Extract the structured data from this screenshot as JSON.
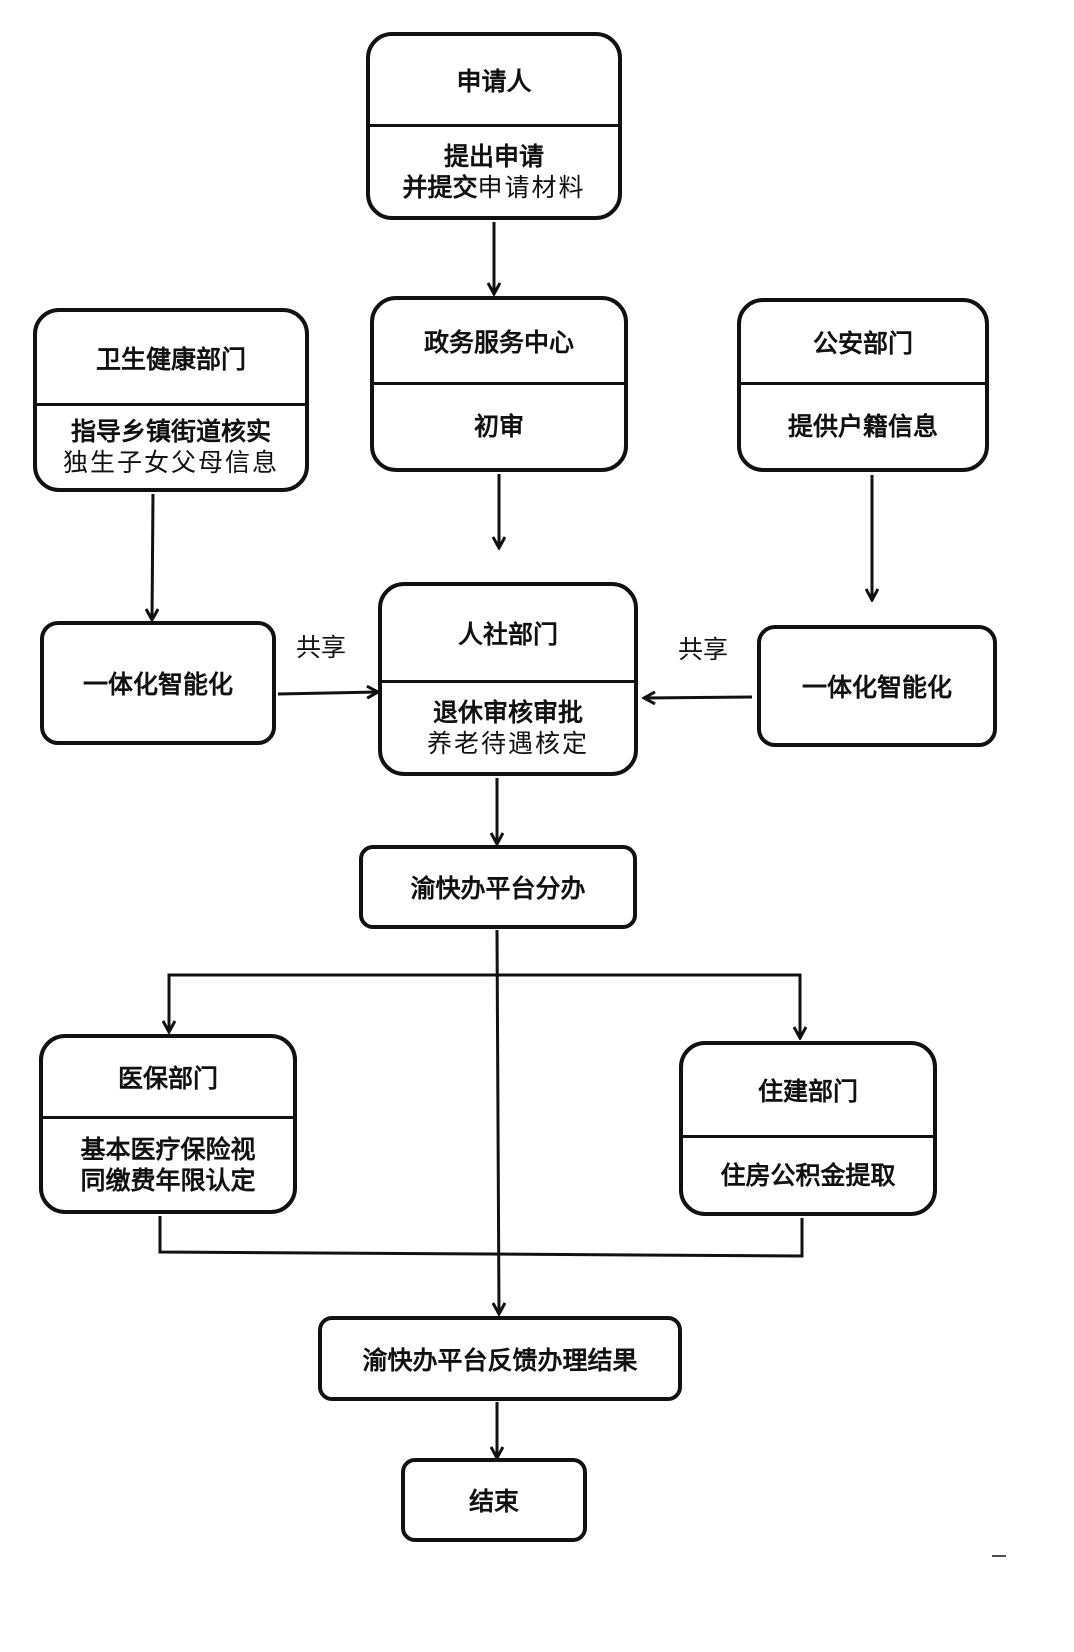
{
  "nodes": {
    "applicant": {
      "title": "申请人",
      "line1": "提出申请",
      "line2_bold": "并提交",
      "line2_normal": "申请材料"
    },
    "service_center": {
      "title": "政务服务中心",
      "body": "初审"
    },
    "health": {
      "title": "卫生健康部门",
      "line1": "指导乡镇街道核实",
      "line2": "独生子女父母信息"
    },
    "police": {
      "title": "公安部门",
      "body": "提供户籍信息"
    },
    "smart_left": {
      "label": "一体化智能化"
    },
    "smart_right": {
      "label": "一体化智能化"
    },
    "hr": {
      "title": "人社部门",
      "line1": "退休审核审批",
      "line2": "养老待遇核定"
    },
    "yukuaiban_dispatch": {
      "label": "渝快办平台分办"
    },
    "medical": {
      "title": "医保部门",
      "line1": "基本医疗保险视",
      "line2": "同缴费年限认定"
    },
    "housing": {
      "title": "住建部门",
      "body": "住房公积金提取"
    },
    "yukuaiban_feedback": {
      "label": "渝快办平台反馈办理结果"
    },
    "end": {
      "label": "结束"
    }
  },
  "edge_labels": {
    "share_left": "共享",
    "share_right": "共享"
  }
}
